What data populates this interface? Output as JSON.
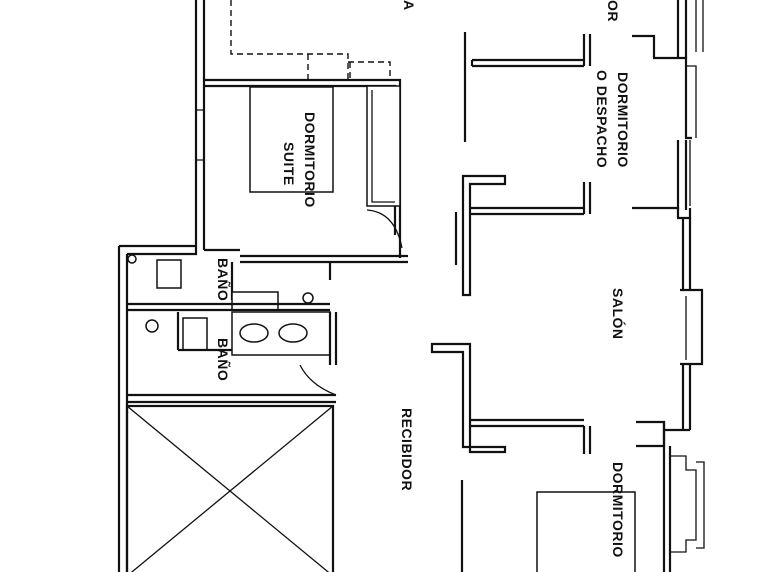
{
  "rooms": {
    "top_left_cut": "A",
    "top_right_cut": "OR",
    "dorm_suite_1": "DORMITORIO",
    "dorm_suite_2": "SUITE",
    "dorm_despacho_1": "DORMITORIO",
    "dorm_despacho_2": "O DESPACHO",
    "bano_1": "BAÑO",
    "bano_2": "BAÑO",
    "salon": "SALÓN",
    "recibidor": "RECIBIDOR",
    "dorm_bottom": "DORMITORIO"
  }
}
